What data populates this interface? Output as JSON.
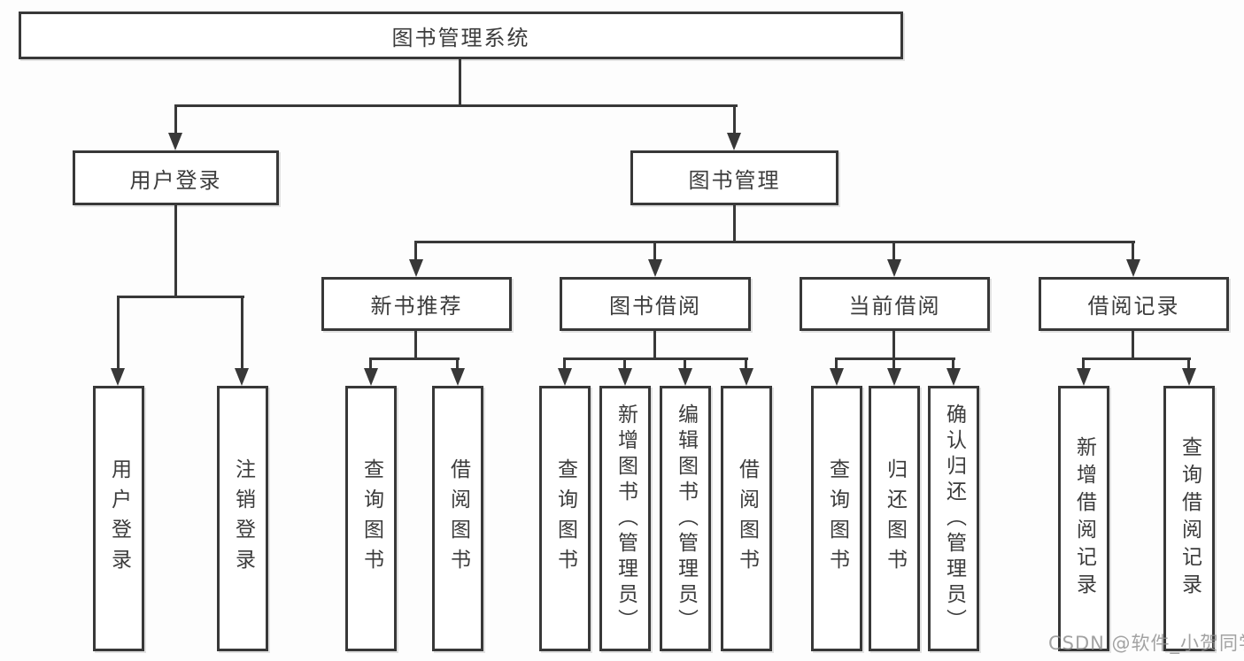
{
  "diagram": {
    "root": {
      "label": "图书管理系统"
    },
    "level2": [
      {
        "id": "user-login",
        "label": "用户登录"
      },
      {
        "id": "book-management",
        "label": "图书管理"
      }
    ],
    "level3": [
      {
        "id": "new-book-recommend",
        "label": "新书推荐"
      },
      {
        "id": "book-borrow",
        "label": "图书借阅"
      },
      {
        "id": "current-borrow",
        "label": "当前借阅"
      },
      {
        "id": "borrow-records",
        "label": "借阅记录"
      }
    ],
    "leaves": {
      "user_login": [
        "用户登录",
        "注销登录"
      ],
      "new_book_recommend": [
        "查询图书",
        "借阅图书"
      ],
      "book_borrow": [
        "查询图书",
        "新增图书（管理员）",
        "编辑图书（管理员）",
        "借阅图书"
      ],
      "current_borrow": [
        "查询图书",
        "归还图书",
        "确认归还（管理员）"
      ],
      "borrow_records": [
        "新增借阅记录",
        "查询借阅记录"
      ]
    }
  },
  "watermark": {
    "text": "CSDN @软件_小贺同学"
  },
  "colors": {
    "line": "#383838",
    "text": "#3c3c3c",
    "box_background": "#ffffff",
    "watermark": "#8c8c8c",
    "background": "#fdfdfd"
  }
}
